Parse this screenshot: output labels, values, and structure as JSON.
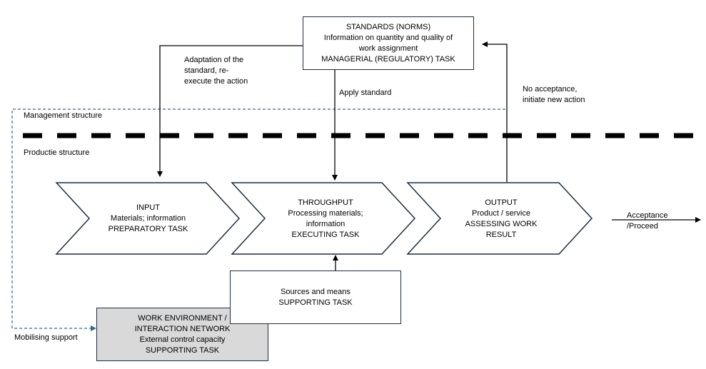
{
  "standards": {
    "line1": "STANDARDS (NORMS)",
    "line2": "Information on quantity and quality of",
    "line3": "work assignment",
    "line4": "MANAGERIAL (REGULATORY) TASK"
  },
  "labels": {
    "adaptation_1": "Adaptation of the",
    "adaptation_2": "standard, re-",
    "adaptation_3": "execute the action",
    "apply_standard": "Apply standard",
    "no_acceptance_1": "No acceptance,",
    "no_acceptance_2": "initiate new action",
    "management_structure": "Management structure",
    "productie_structure": "Productie structure",
    "acceptance_1": "Acceptance",
    "acceptance_2": "/Proceed",
    "mobilising_support": "Mobilising support"
  },
  "input": {
    "line1": "INPUT",
    "line2": "Materials; information",
    "line3": "PREPARATORY TASK"
  },
  "throughput": {
    "line1": "THROUGHPUT",
    "line2": "Processing materials;",
    "line3": "information",
    "line4": "EXECUTING TASK"
  },
  "output": {
    "line1": "OUTPUT",
    "line2": "Product / service",
    "line3": "ASSESSING WORK",
    "line4": "RESULT"
  },
  "sources": {
    "line1": "Sources and means",
    "line2": "SUPPORTING TASK"
  },
  "work_environment": {
    "line1": "WORK ENVIRONMENT /",
    "line2": "INTERACTION NETWORK",
    "line3": "External control capacity",
    "line4": "SUPPORTING TASK"
  },
  "colors": {
    "stroke": "#1f2d3d",
    "dashed_boundary": "#2e6b8a",
    "work_env_fill": "#d9d9d9"
  }
}
